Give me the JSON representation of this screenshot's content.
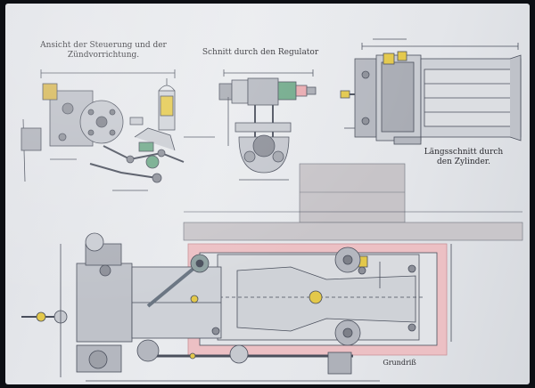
{
  "drawing": {
    "label_control_ignition": "Ansicht der Steuerung und der\nZündvorrichtung.",
    "label_regulator": "Schnitt durch den Regulator",
    "label_long_section": "Längsschnitt durch\nden Zylinder.",
    "label_plan": "Grundriß"
  },
  "colors": {
    "paper": "#e6e8eb",
    "line": "#4a4f5c",
    "gray_metal": "#b9bcc4",
    "pink_hatch": "#e8b8bc",
    "brass": "#e3c84a",
    "green": "#6ea888"
  }
}
